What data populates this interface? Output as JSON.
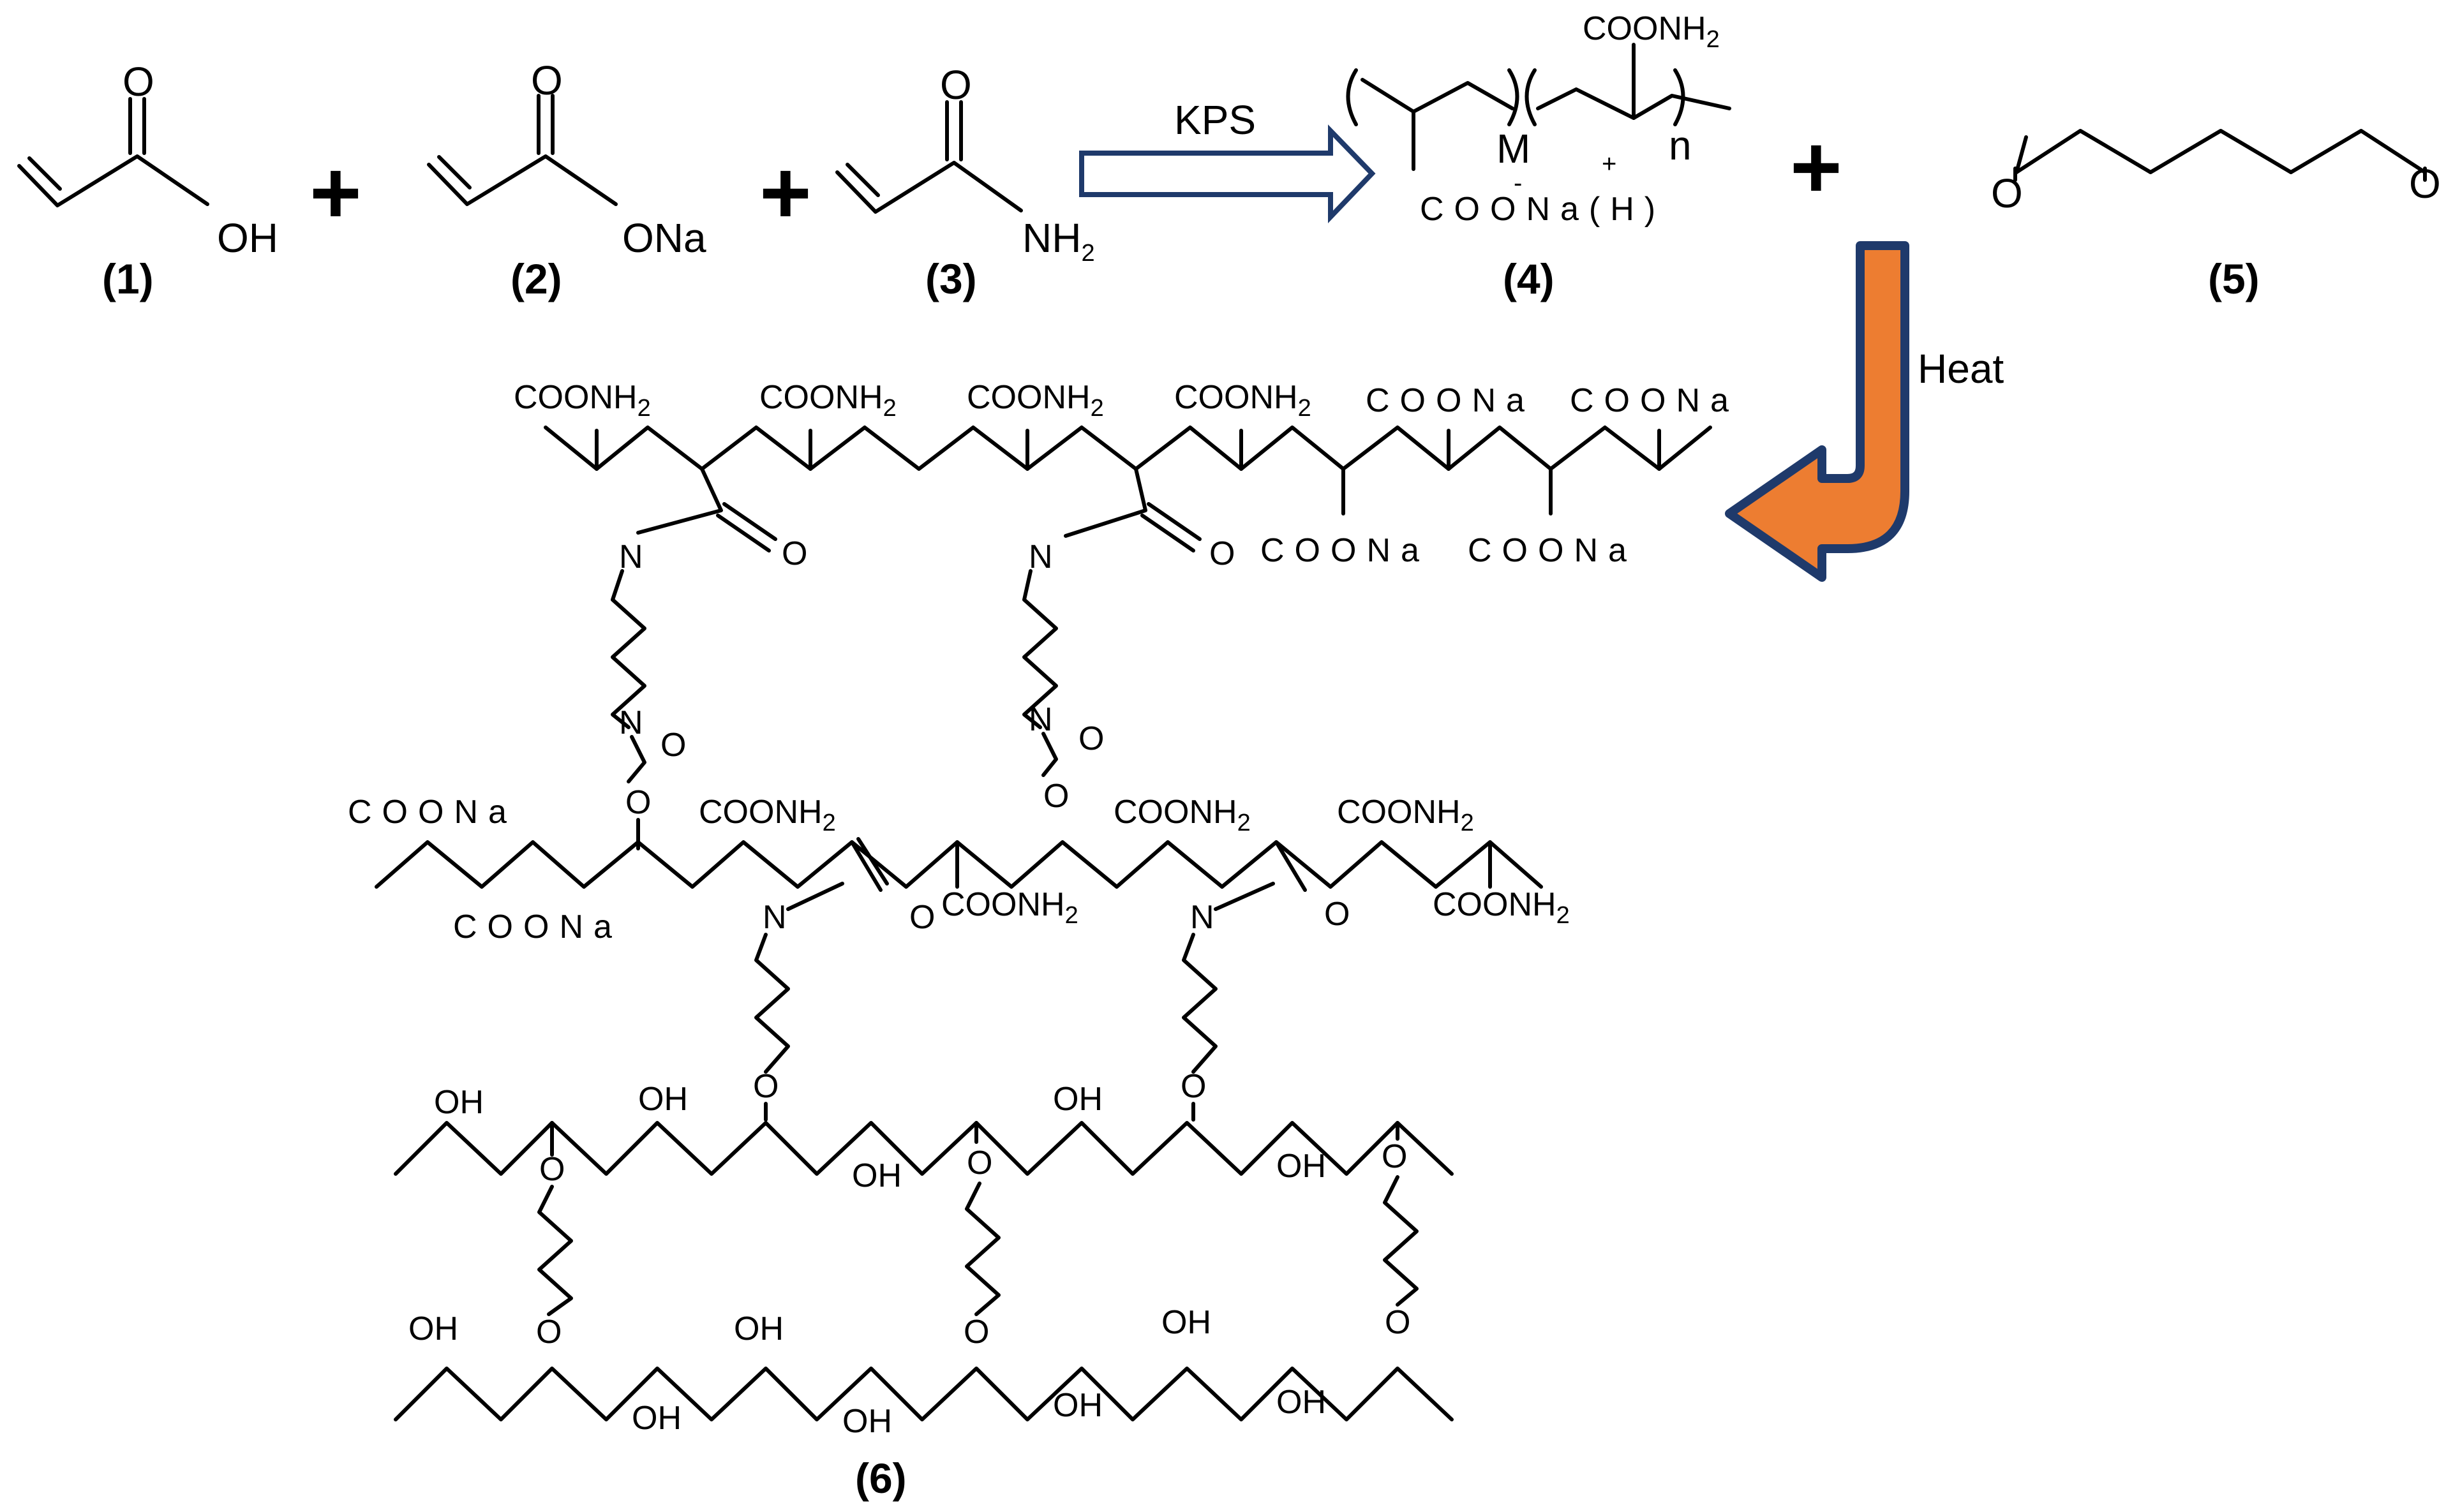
{
  "labels": {
    "c1": "(1)",
    "c2": "(2)",
    "c3": "(3)",
    "c4": "(4)",
    "c5": "(5)",
    "c6": "(6)"
  },
  "reagents": {
    "kps": "KPS",
    "heat": "Heat"
  },
  "atoms": {
    "o": "O",
    "oh": "OH",
    "ona": "ONa",
    "nh": "NH",
    "n": "N",
    "m": "M",
    "subscript_2": "2",
    "coonh": "COONH",
    "coona": "COONa",
    "coona_h": "COONa(H)",
    "repeat_n": "n",
    "minus": "-",
    "plus_charge": "+"
  },
  "operators": {
    "plus": "+"
  },
  "colors": {
    "arrow_outline": "#1f3a6b",
    "heat_arrow_fill": "#ed7d31",
    "kps_arrow_fill": "#ffffff",
    "ink": "#000000"
  }
}
